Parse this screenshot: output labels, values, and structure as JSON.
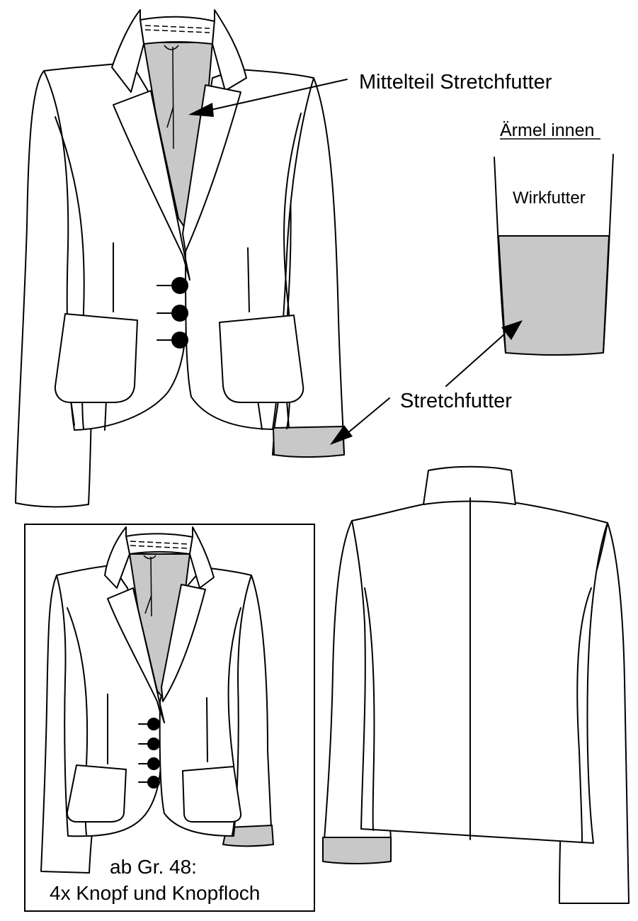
{
  "labels": {
    "center_lining": "Mittelteil Stretchfutter",
    "sleeve_inside": "Ärmel innen",
    "knit_lining": "Wirkfutter",
    "stretch_lining": "Stretchfutter",
    "size_note_line1": "ab Gr. 48:",
    "size_note_line2": "4x Knopf und Knopfloch"
  },
  "colors": {
    "line": "#000000",
    "lining_fill": "#c8c8c8",
    "background": "#ffffff"
  }
}
